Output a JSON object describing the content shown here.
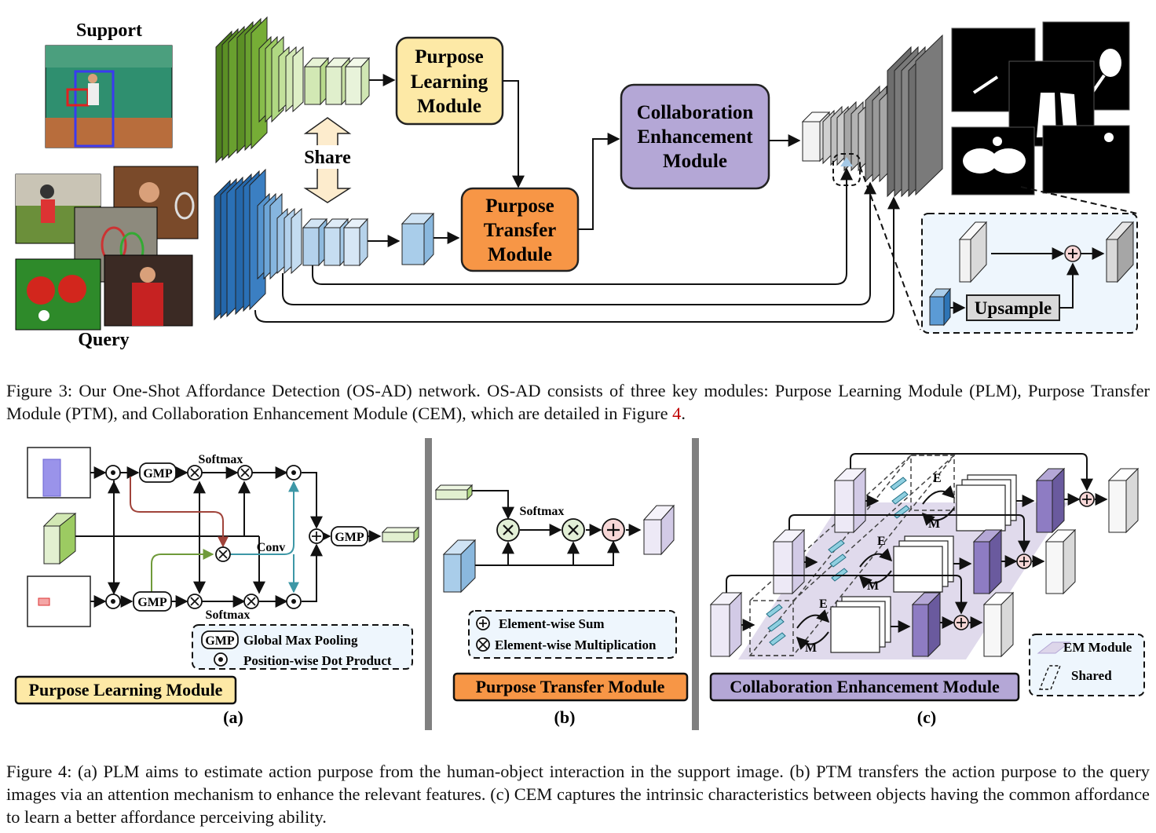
{
  "figure3": {
    "labels": {
      "support": "Support",
      "query": "Query",
      "share": "Share",
      "upsample": "Upsample"
    },
    "modules": {
      "plm": [
        "Purpose",
        "Learning",
        "Module"
      ],
      "ptm": [
        "Purpose",
        "Transfer",
        "Module"
      ],
      "cem": [
        "Collaboration",
        "Enhancement",
        "Module"
      ]
    },
    "colors": {
      "plm_fill": "#fde9a6",
      "ptm_fill": "#f79646",
      "cem_fill": "#b4a7d6",
      "query_encoder": "#2e75b6",
      "support_encoder": "#70ad47",
      "decoder": "#7f7f7f",
      "detail_bg": "#eef6fd"
    },
    "caption": {
      "lead": "Figure 3: Our One-Shot Affordance Detection (OS-AD) network. OS-AD consists of three key modules: Purpose Learning Module (PLM), Purpose Transfer Module (PTM), and Collaboration Enhancement Module (CEM), which are detailed in Figure ",
      "ref": "4",
      "tail": "."
    }
  },
  "figure4": {
    "panel_a": {
      "ops": {
        "gmp": "GMP",
        "softmax": "Softmax",
        "conv": "Conv"
      },
      "legend": {
        "gmp": "GMP",
        "gmp_text": "Global Max Pooling",
        "dot_text": "Position-wise Dot Product"
      },
      "title": "Purpose Learning Module",
      "label": "(a)"
    },
    "panel_b": {
      "ops": {
        "softmax": "Softmax"
      },
      "legend": {
        "sum": "Element-wise Sum",
        "mul": "Element-wise Multiplication"
      },
      "title": "Purpose Transfer Module",
      "label": "(b)"
    },
    "panel_c": {
      "ops": {
        "e": "E",
        "m": "M"
      },
      "legend": {
        "em": "EM Module",
        "shared": "Shared"
      },
      "title": "Collaboration Enhancement Module",
      "label": "(c)"
    },
    "caption": "Figure 4: (a) PLM aims to estimate action purpose from the human-object interaction in the support image. (b) PTM transfers the action purpose to the query images via an attention mechanism to enhance the relevant features. (c) CEM captures the intrinsic characteristics between objects having the common affordance to learn a better affordance perceiving ability."
  }
}
